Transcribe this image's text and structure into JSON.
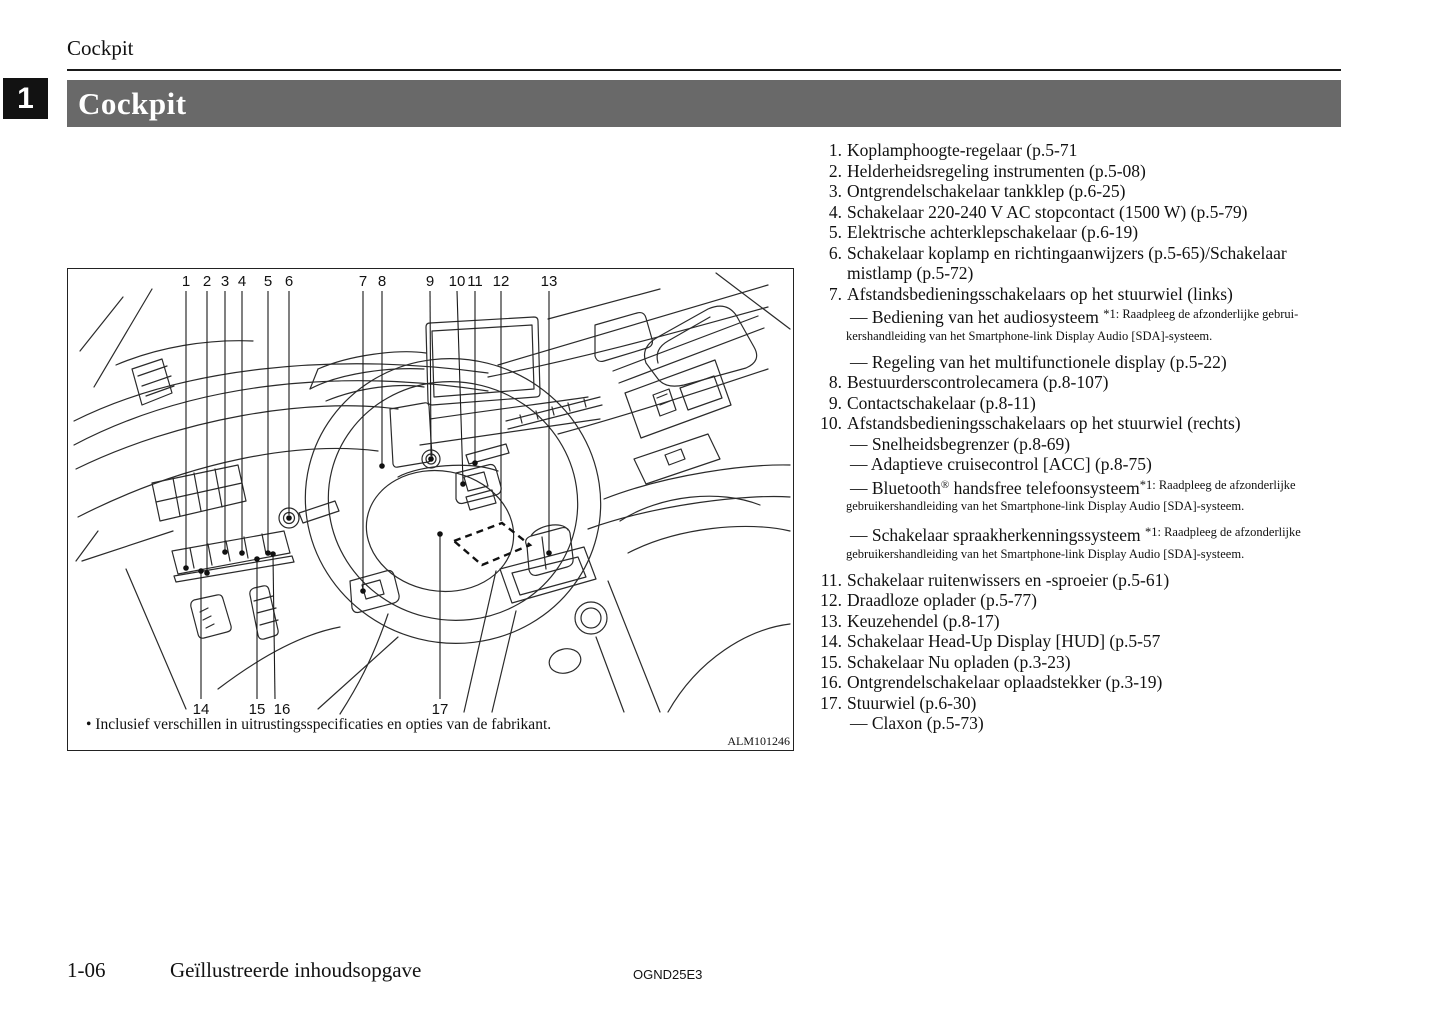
{
  "header": {
    "running_title": "Cockpit",
    "chapter_number": "1",
    "section_title": "Cockpit"
  },
  "figure": {
    "callouts_top": [
      "1",
      "2",
      "3",
      "4",
      "5",
      "6",
      "7",
      "8",
      "9",
      "10",
      "11",
      "12",
      "13"
    ],
    "callouts_bottom": [
      "14",
      "15",
      "16",
      "17"
    ],
    "note": "• Inclusief verschillen in uitrustingsspecificaties en opties van de fabrikant.",
    "code": "ALM101246"
  },
  "legend": {
    "items": [
      {
        "num": "1.",
        "text": "Koplamphoogte-regelaar (p.5-71"
      },
      {
        "num": "2.",
        "text": "Helderheidsregeling instrumenten (p.5-08)"
      },
      {
        "num": "3.",
        "text": "Ontgrendelschakelaar tankklep (p.6-25)"
      },
      {
        "num": "4.",
        "text": "Schakelaar 220-240 V AC stopcontact (1500 W) (p.5-79)"
      },
      {
        "num": "5.",
        "text": "Elektrische achterklepschakelaar (p.6-19)"
      },
      {
        "num": "6.",
        "text": "Schakelaar koplamp en richtingaanwijzers (p.5-65)/Schakelaar mistlamp (p.5-72)"
      },
      {
        "num": "7.",
        "text": "Afstandsbedieningsschakelaars op het stuurwiel (links)",
        "subs": [
          {
            "main": "— Bediening van het audiosysteem ",
            "note1": "*1: Raadpleeg de afzonderlijke gebrui-",
            "note2": "kershandleiding van het Smartphone-link Display Audio [SDA]-systeem."
          },
          {
            "main": "— Regeling van het multifunctionele display (p.5-22)"
          }
        ]
      },
      {
        "num": "8.",
        "text": "Bestuurderscontrolecamera (p.8-107)"
      },
      {
        "num": "9.",
        "text": "Contactschakelaar (p.8-11)"
      },
      {
        "num": "10.",
        "text": "Afstandsbedieningsschakelaars op het stuurwiel (rechts)",
        "subs": [
          {
            "main": "— Snelheidsbegrenzer (p.8-69)"
          },
          {
            "main": "— Adaptieve cruisecontrol [ACC] (p.8-75)"
          },
          {
            "main": "— Bluetooth® handsfree telefoonsysteem",
            "note1": "*1: Raadpleeg de afzonderlijke",
            "note2": "gebruikershandleiding van het Smartphone-link Display Audio [SDA]-systeem."
          },
          {
            "main": "— Schakelaar spraakherkenningssysteem ",
            "note1": "*1: Raadpleeg de afzonderlijke",
            "note2": "gebruikershandleiding van het Smartphone-link Display Audio [SDA]-systeem."
          }
        ]
      },
      {
        "num": "11.",
        "text": "Schakelaar ruitenwissers en -sproeier (p.5-61)"
      },
      {
        "num": "12.",
        "text": "Draadloze oplader (p.5-77)"
      },
      {
        "num": "13.",
        "text": "Keuzehendel (p.8-17)"
      },
      {
        "num": "14.",
        "text": "Schakelaar Head-Up Display [HUD] (p.5-57"
      },
      {
        "num": "15.",
        "text": "Schakelaar Nu opladen (p.3-23)"
      },
      {
        "num": "16.",
        "text": "Ontgrendelschakelaar oplaadstekker (p.3-19)"
      },
      {
        "num": "17.",
        "text": "Stuurwiel (p.6-30)",
        "subs": [
          {
            "main": "— Claxon (p.5-73)"
          }
        ]
      }
    ]
  },
  "footer": {
    "page_number": "1-06",
    "section_title": "Geïllustreerde inhoudsopgave",
    "doc_code": "OGND25E3"
  }
}
